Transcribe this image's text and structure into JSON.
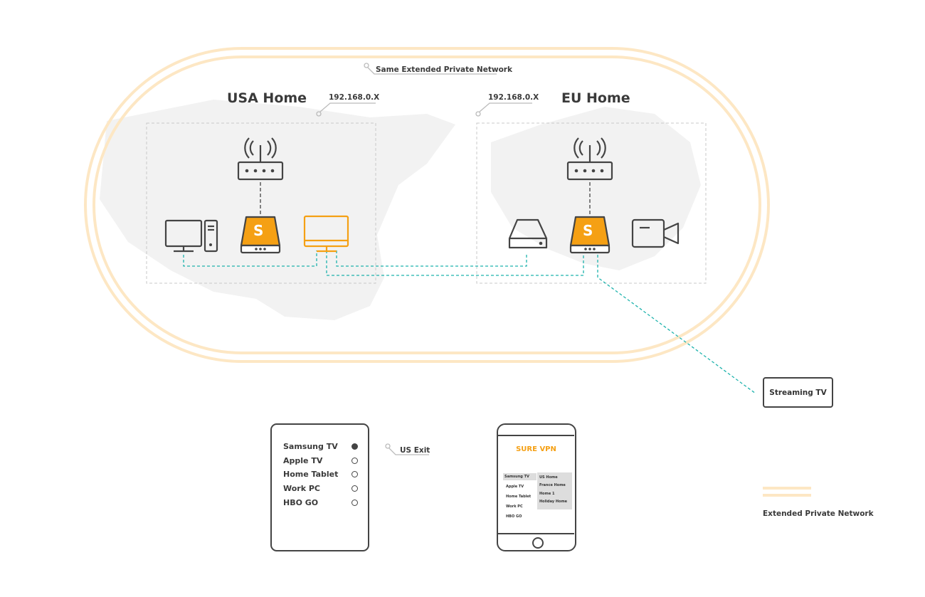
{
  "network_label": "Same Extended Private Network",
  "usa": {
    "title": "USA Home",
    "ip": "192.168.0.X"
  },
  "eu": {
    "title": "EU Home",
    "ip": "192.168.0.X"
  },
  "router_icon_letter": "S",
  "streaming_label": "Streaming TV",
  "tablet": {
    "exit_label": "US Exit",
    "items": [
      {
        "label": "Samsung TV",
        "selected": true
      },
      {
        "label": "Apple TV",
        "selected": false
      },
      {
        "label": "Home Tablet",
        "selected": false
      },
      {
        "label": "Work PC",
        "selected": false
      },
      {
        "label": "HBO GO",
        "selected": false
      }
    ]
  },
  "phone": {
    "app_title": "SURE VPN",
    "devices": [
      "Samsung TV",
      "Apple TV",
      "Home Tablet",
      "Work PC",
      "HBO GO"
    ],
    "locations": [
      "US Home",
      "France Home",
      "Home 1",
      "Holiday Home"
    ]
  },
  "legend_label": "Extended Private Network",
  "colors": {
    "accent": "#f5a014",
    "dashed_link": "#1fb3ad",
    "network_ring": "#fde7c4",
    "stroke": "#444444"
  }
}
